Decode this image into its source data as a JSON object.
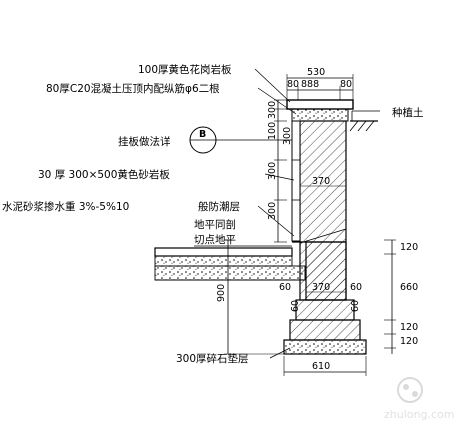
{
  "labels": {
    "granite_cap": "100厚黄色花岗岩板",
    "concrete_cap": "80厚C20混凝土压顶内配纵筋φ6二根",
    "cladding_method": "挂板做法详",
    "callout_letter": "B",
    "sandstone": "30 厚 300×500黄色砂岩板",
    "damp_proof": "水泥砂浆掺水重 3%-5%10",
    "damp_proof_tail": "般防潮层",
    "planting_soil": "种植土",
    "grade_note_1": "地平同剖",
    "grade_note_2": "切点地平",
    "gravel_bed": "300厚碎石垫层"
  },
  "dimensions": {
    "top_width": "530",
    "top_segments": [
      "80",
      "888",
      "80"
    ],
    "left_heights": [
      "300",
      "100",
      "300",
      "300",
      "300"
    ],
    "wall_width_upper": "370",
    "wall_width_lower": "370",
    "footing_offsets": [
      "60",
      "60"
    ],
    "footing_ledges": [
      "60",
      "60"
    ],
    "base_width": "610",
    "depth": "900",
    "right_heights": [
      "120",
      "660",
      "120",
      "120"
    ]
  },
  "watermark": {
    "text": "zhulong.com"
  }
}
